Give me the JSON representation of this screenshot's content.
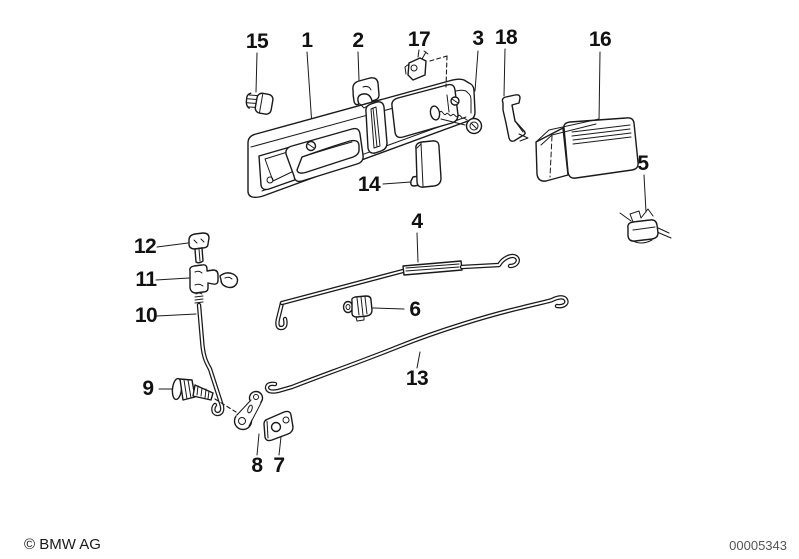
{
  "image": {
    "background": "#ffffff",
    "line_color": "#1a1a1a",
    "description_of_drawing": "exploded parts diagram of interior door handle and lock rods"
  },
  "footer": {
    "copyright": "© BMW AG",
    "image_number": "00005343"
  },
  "callouts": [
    {
      "label": "15"
    },
    {
      "label": "1"
    },
    {
      "label": "2"
    },
    {
      "label": "17"
    },
    {
      "label": "3"
    },
    {
      "label": "18"
    },
    {
      "label": "16"
    },
    {
      "label": "5"
    },
    {
      "label": "14"
    },
    {
      "label": "4"
    },
    {
      "label": "12"
    },
    {
      "label": "11"
    },
    {
      "label": "10"
    },
    {
      "label": "6"
    },
    {
      "label": "9"
    },
    {
      "label": "13"
    },
    {
      "label": "8"
    },
    {
      "label": "7"
    }
  ]
}
